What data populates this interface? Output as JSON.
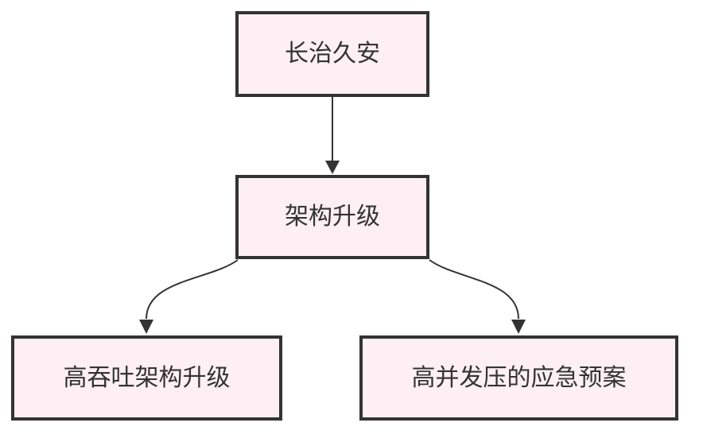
{
  "diagram": {
    "type": "flowchart",
    "background_color": "#ffffff",
    "node_fill_color": "#fdeff4",
    "node_border_color": "#333333",
    "arrow_color": "#333333",
    "text_color": "#333333",
    "nodes": [
      {
        "id": "root",
        "label": "长治久安"
      },
      {
        "id": "arch",
        "label": "架构升级"
      },
      {
        "id": "throughput",
        "label": "高吞吐架构升级"
      },
      {
        "id": "emergency",
        "label": "高并发压的应急预案"
      }
    ],
    "edges": [
      {
        "from": "root",
        "to": "arch"
      },
      {
        "from": "arch",
        "to": "throughput"
      },
      {
        "from": "arch",
        "to": "emergency"
      }
    ]
  }
}
